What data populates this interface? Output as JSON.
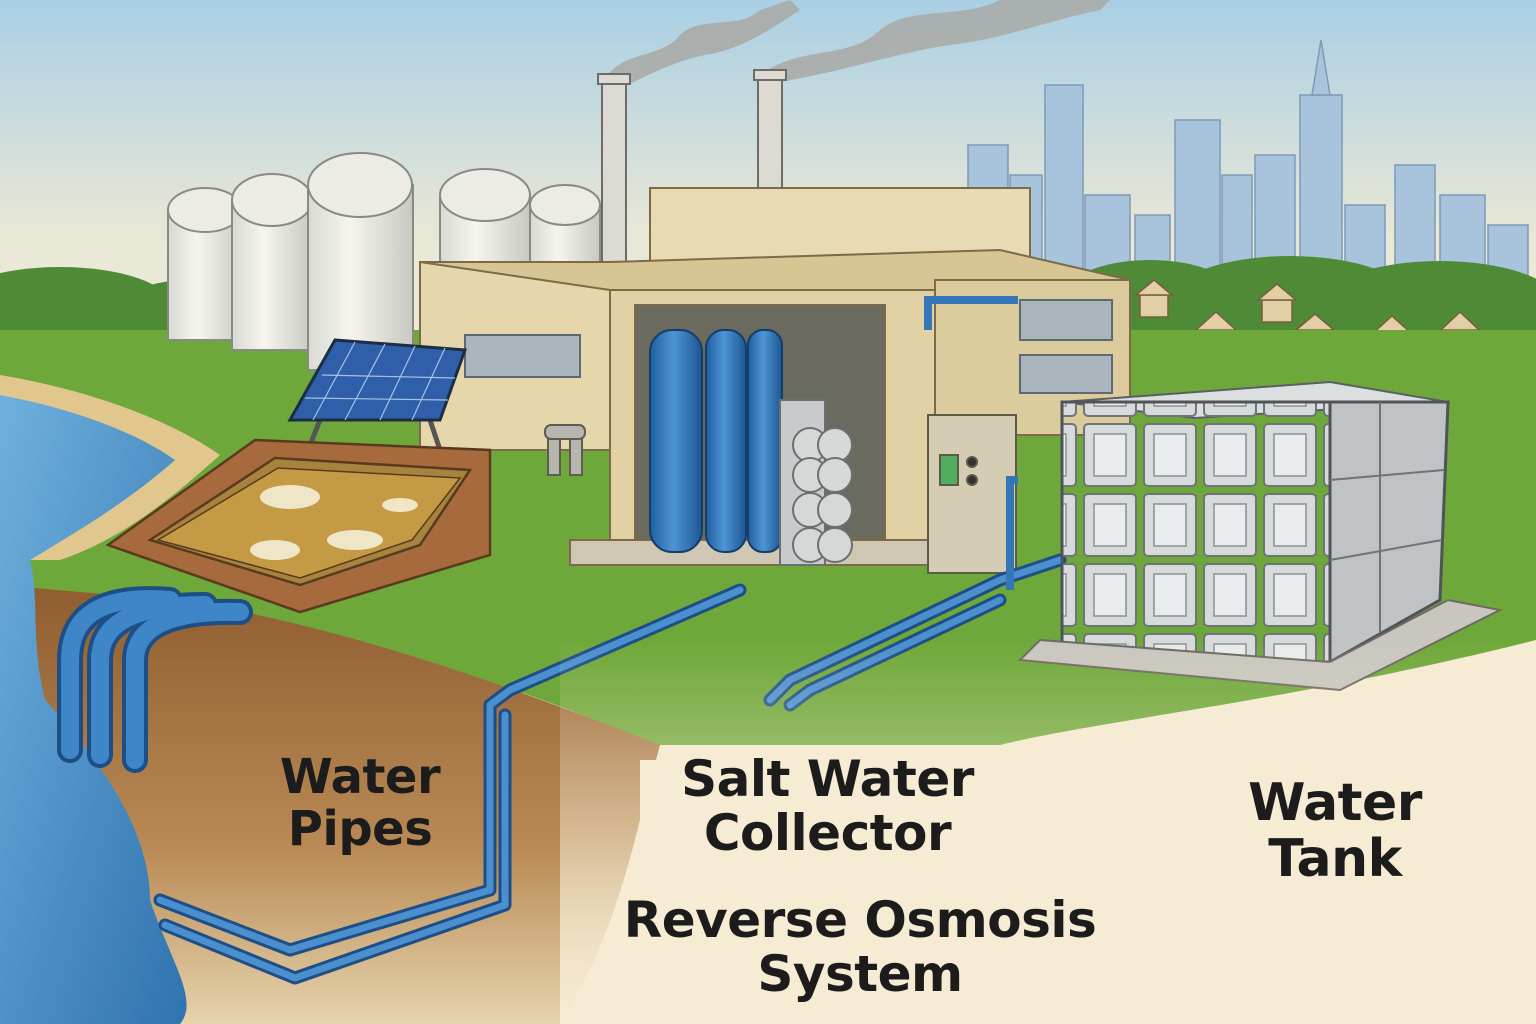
{
  "labels": {
    "water_pipes": {
      "line1": "Water",
      "line2": "Pipes"
    },
    "salt_water_collector": {
      "line1": "Salt Water",
      "line2": "Collector"
    },
    "reverse_osmosis": {
      "line1": "Reverse Osmosis",
      "line2": "System"
    },
    "water_tank": {
      "line1": "Water",
      "line2": "Tank"
    }
  },
  "palette": {
    "sky_top": "#a9cfe4",
    "sky_bottom": "#f3ead6",
    "sea": "#3f86c2",
    "grass": "#6fa83a",
    "soil": "#a8733f",
    "building": "#e6d6ab",
    "pipe_blue": "#3576b8",
    "tank_steel": "#c9cccd",
    "paper": "#f6ecd4"
  },
  "icons": [
    "solar-panel-icon",
    "smokestack-icon",
    "storage-silo-icon",
    "control-panel-icon"
  ]
}
